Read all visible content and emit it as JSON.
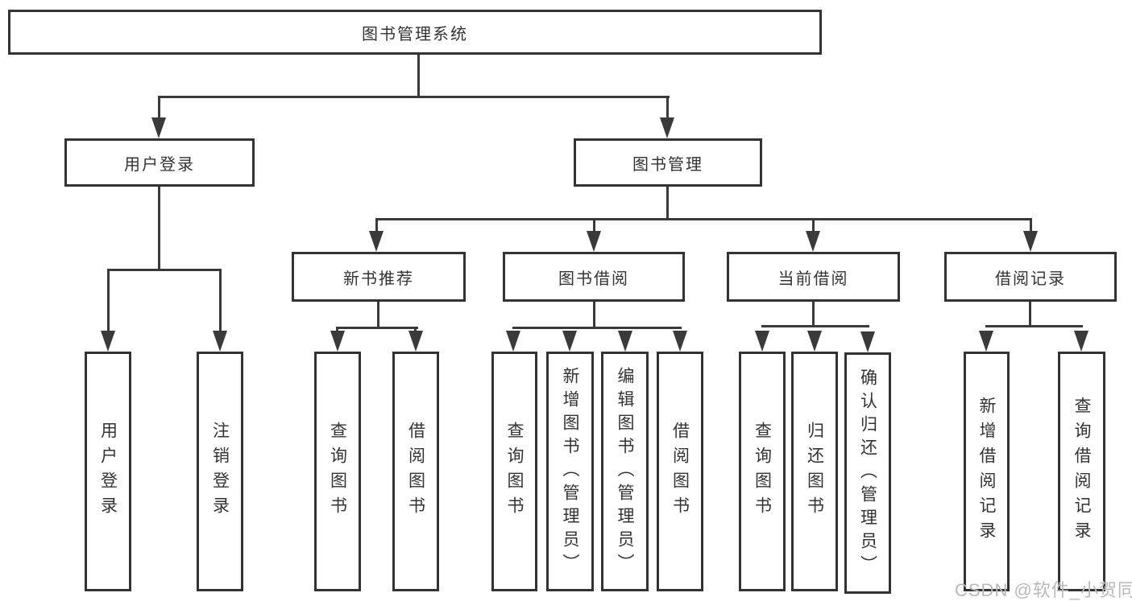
{
  "nodes": {
    "root": "图书管理系统",
    "user_login": "用户登录",
    "book_management": "图书管理",
    "new_book_recommend": "新书推荐",
    "book_borrow": "图书借阅",
    "current_borrow": "当前借阅",
    "borrow_records": "借阅记录",
    "leaf_user_login": "用户登录",
    "leaf_logout": "注销登录",
    "rec_query": "查询图书",
    "rec_borrow": "借阅图书",
    "bb_query": "查询图书",
    "bb_add": "新增图书（管理员）",
    "bb_edit": "编辑图书（管理员）",
    "bb_borrow": "借阅图书",
    "cb_query": "查询图书",
    "cb_return": "归还图书",
    "cb_confirm": "确认归还（管理员）",
    "br_add": "新增借阅记录",
    "br_query": "查询借阅记录"
  },
  "hierarchy": {
    "图书管理系统": {
      "用户登录": [
        "用户登录",
        "注销登录"
      ],
      "图书管理": {
        "新书推荐": [
          "查询图书",
          "借阅图书"
        ],
        "图书借阅": [
          "查询图书",
          "新增图书（管理员）",
          "编辑图书（管理员）",
          "借阅图书"
        ],
        "当前借阅": [
          "查询图书",
          "归还图书",
          "确认归还（管理员）"
        ],
        "借阅记录": [
          "新增借阅记录",
          "查询借阅记录"
        ]
      }
    }
  },
  "watermark": {
    "text": "CSDN @软件_小贺同学"
  },
  "colors": {
    "line": "#3a3a3a",
    "box_border": "#333333",
    "text": "#333333",
    "watermark": "#b9b9b9",
    "background": "#ffffff"
  }
}
